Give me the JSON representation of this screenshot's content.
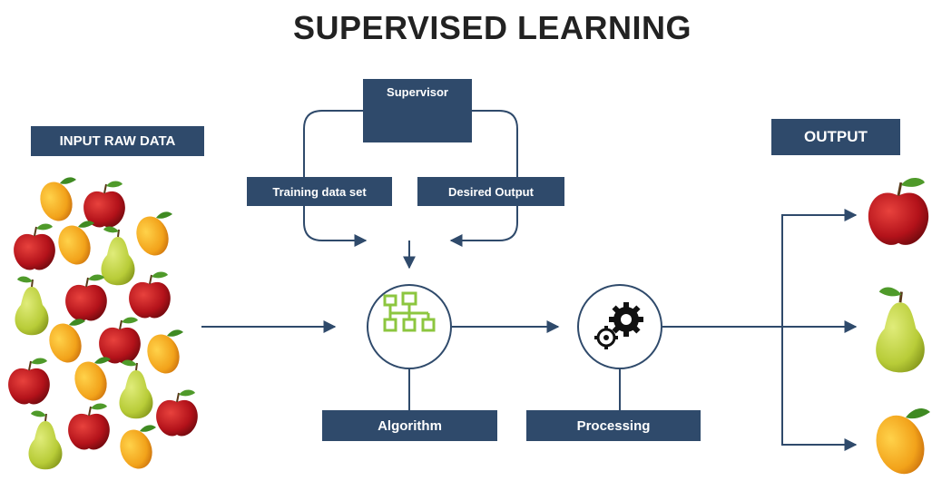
{
  "title": "SUPERVISED LEARNING",
  "labels": {
    "input": "INPUT RAW DATA",
    "supervisor": "Supervisor",
    "training": "Training data set",
    "desired": "Desired Output",
    "output": "OUTPUT",
    "algorithm": "Algorithm",
    "processing": "Processing"
  },
  "icons": {
    "supervisor": "person-icon",
    "algorithm": "hierarchy-icon",
    "processing": "gears-icon"
  },
  "colors": {
    "box": "#2f4a6b",
    "line": "#2f4a6b",
    "algorithm_icon": "#8cc63f",
    "text_dark": "#222222"
  }
}
